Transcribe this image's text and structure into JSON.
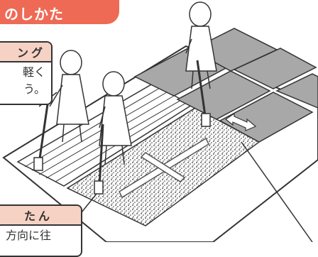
{
  "header": {
    "title": "のしかた"
  },
  "callout_top": {
    "heading": "ング",
    "line1": "軽く",
    "line2": "う。"
  },
  "callout_bottom": {
    "heading": "たん",
    "line1": "方向に往"
  },
  "colors": {
    "accent": "#ee6a55",
    "label_fill": "#f6d2c4",
    "tile_gray": "#a8a8a8",
    "line": "#333333"
  }
}
